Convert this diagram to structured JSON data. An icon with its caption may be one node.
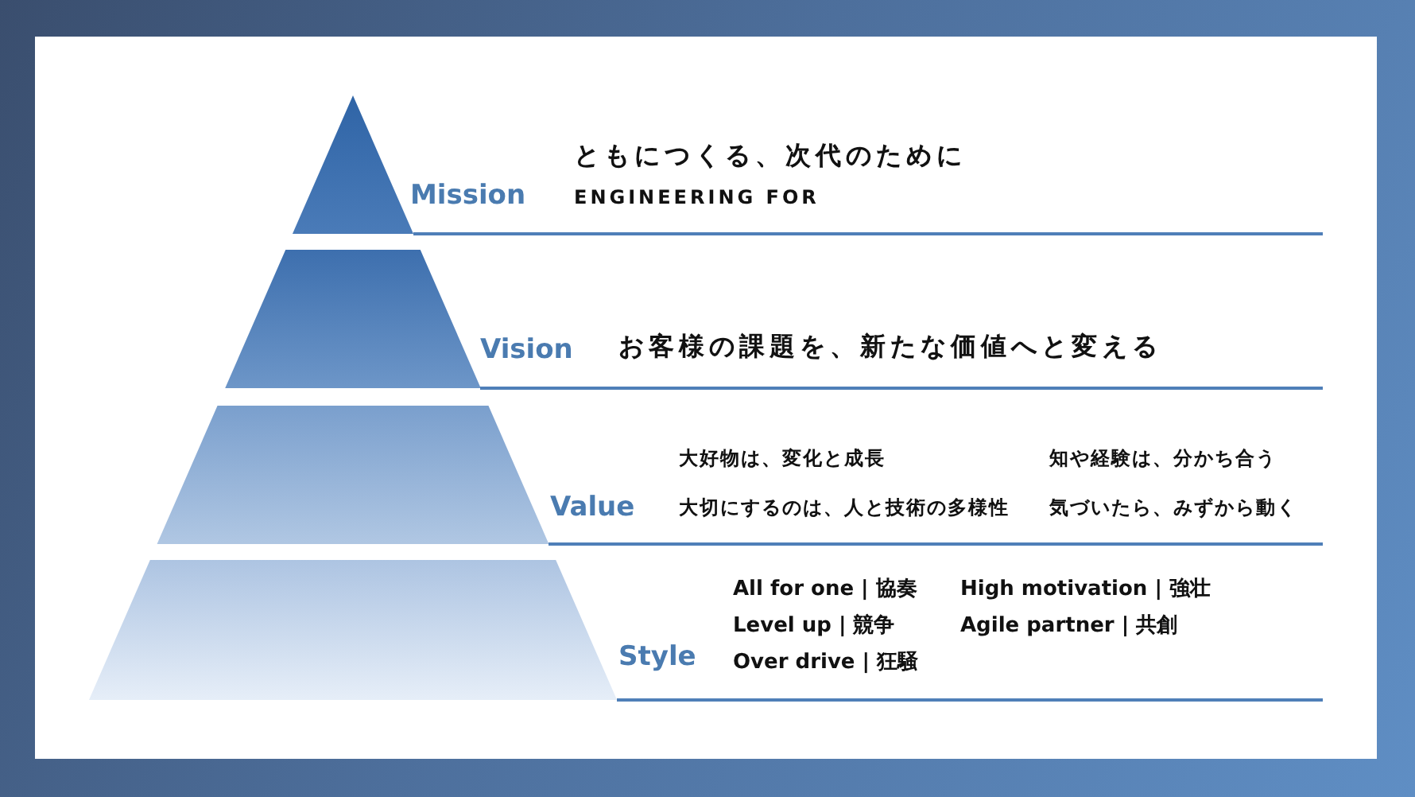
{
  "diagram": {
    "nodes": [
      {
        "text": [
          "Mission",
          "ともにつくる、次代のために",
          "ENGINEERING FOR"
        ]
      },
      {
        "text": [
          "Vision",
          "お客様の課題を、新たな価値へと変える"
        ]
      },
      {
        "text": [
          "Value",
          "大好物は、変化と成長",
          "知や経験は、分かち合う",
          "大切にするのは、人と技術の多様性",
          "気づいたら、みずから動く"
        ]
      },
      {
        "text": [
          "Style",
          "All for one | 協奏",
          "High motivation | 強壮",
          "Level up | 競争",
          "Agile partner | 共創",
          "Over drive | 狂騒"
        ]
      }
    ],
    "edges": []
  }
}
